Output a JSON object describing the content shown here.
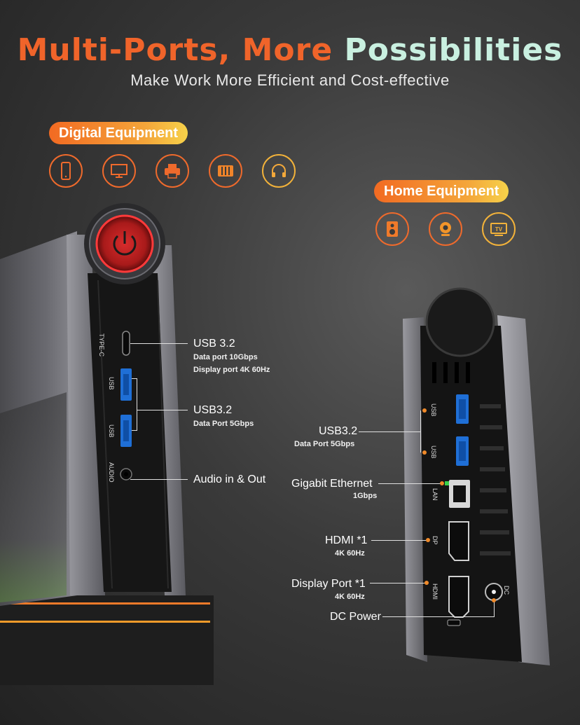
{
  "header": {
    "title_part1": "Multi-Ports,",
    "title_part2": "More",
    "title_part3": "Possibilities",
    "subtitle": "Make Work More Efficient and Cost-effective"
  },
  "digital": {
    "label": "Digital Equipment",
    "icons": [
      "phone-icon",
      "monitor-icon",
      "printer-icon",
      "storage-icon",
      "headphones-icon"
    ]
  },
  "home": {
    "label": "Home Equipment",
    "icons": [
      "speaker-icon",
      "webcam-icon",
      "tv-icon"
    ]
  },
  "left_device": {
    "port_marks": [
      "TYPE-C",
      "USB",
      "USB",
      "AUDIO"
    ],
    "callouts": [
      {
        "title": "USB 3.2",
        "lines": [
          "Data port 10Gbps",
          "Display port 4K 60Hz"
        ]
      },
      {
        "title": "USB3.2",
        "lines": [
          "Data Port 5Gbps"
        ]
      },
      {
        "title": "Audio in & Out",
        "lines": []
      }
    ]
  },
  "right_device": {
    "port_marks": [
      "USB",
      "USB",
      "LAN",
      "DP",
      "HDMI",
      "DC"
    ],
    "tv_icon_text": "TV",
    "callouts": [
      {
        "title": "USB3.2",
        "sub": "Data Port 5Gbps"
      },
      {
        "title": "Gigabit Ethernet",
        "sub": "1Gbps"
      },
      {
        "title": "HDMI *1",
        "sub": "4K 60Hz"
      },
      {
        "title": "Display Port *1",
        "sub": "4K 60Hz"
      },
      {
        "title": "DC Power",
        "sub": ""
      }
    ]
  },
  "colors": {
    "accent_orange": "#f0642a",
    "accent_yellow": "#f6d24a",
    "usb_blue": "#1f6fd6",
    "power_ring": "#e0262a"
  }
}
